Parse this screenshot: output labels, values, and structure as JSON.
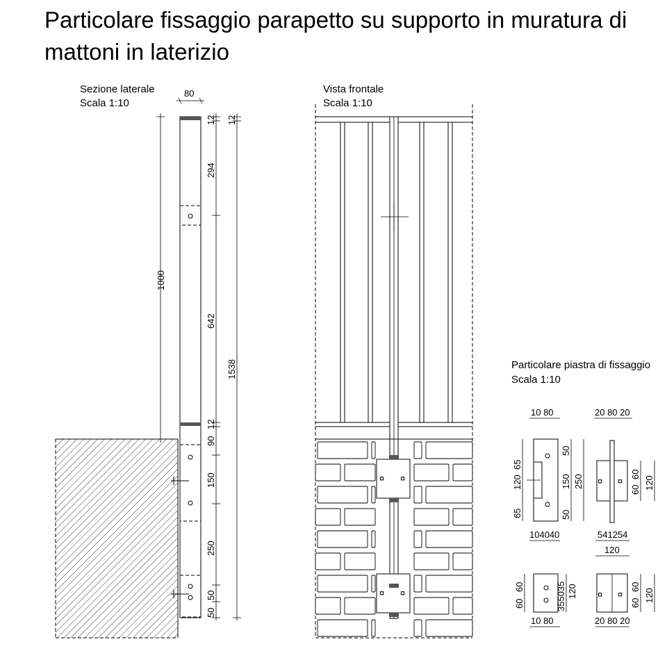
{
  "title": "Particolare fissaggio parapetto su supporto in muratura di mattoni in laterizio",
  "side_view": {
    "label": "Sezione laterale",
    "scale": "Scala 1:10",
    "dims": {
      "width": "80",
      "top_cap": "12",
      "top_cap_right": "12",
      "upper_span": "294",
      "height_total": "1000",
      "mid_span": "642",
      "overall": "1538",
      "lower_cap": "12",
      "d90": "90",
      "d150": "150",
      "d250": "250",
      "d50a": "50",
      "d50b": "50"
    }
  },
  "front_view": {
    "label": "Vista frontale",
    "scale": "Scala 1:10"
  },
  "plate_detail": {
    "label": "Particolare piastra di fissaggio",
    "scale": "Scala 1:10",
    "dims": {
      "a_top": "10 80",
      "a_left1": "65",
      "a_left2": "120",
      "a_left3": "65",
      "a_right1": "50",
      "a_right2": "150",
      "a_right3": "50",
      "a_right4": "250",
      "a_bottom": "104040",
      "b_top": "20 80 20",
      "b_right1": "60",
      "b_right2": "60",
      "b_right3": "120",
      "b_bottom1": "541254",
      "b_bottom2": "120",
      "c_left1": "60",
      "c_left2": "60",
      "c_right1": "355035",
      "c_right2": "120",
      "c_bottom": "10 80",
      "d_right1": "60",
      "d_right2": "60",
      "d_right3": "120",
      "d_bottom": "20 80 20"
    }
  }
}
